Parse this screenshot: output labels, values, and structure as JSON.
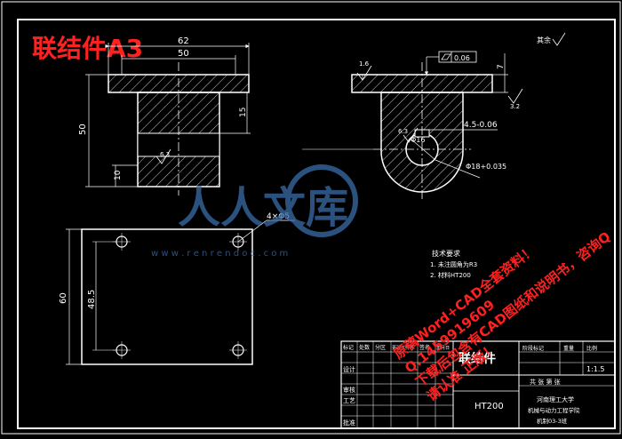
{
  "title_overlay": "联结件A3",
  "roughness_note": "其余",
  "roughness_values": {
    "tl": "1.6",
    "mid": "6.3",
    "right": "3.2",
    "far_left": "6.3"
  },
  "front_view": {
    "dim_total_width": "62",
    "dim_flange_inner": "50",
    "dim_height": "50",
    "dim_15": "15",
    "dim_10": "10"
  },
  "section_view": {
    "flatness": "0.06",
    "dim_7": "7",
    "dim_keyway": "4.5-0.06",
    "dim_bore": "Φ16",
    "dim_r": "Φ18+0.035"
  },
  "top_view": {
    "dim_holes": "4×Φ5",
    "dim_60": "60",
    "dim_48": "48.5"
  },
  "tech_req": {
    "title": "技术要求",
    "line1": "1. 未注圆角为R3",
    "line2": "2. 材料HT200"
  },
  "title_block": {
    "part_name": "联结件",
    "material": "HT200",
    "scale_label": "比例",
    "scale": "1:1.5",
    "school": "河南理工大学",
    "dept": "机械与动力工程学院",
    "class": "机制03-3班",
    "design_label": "设计",
    "check_label": "审核",
    "process_label": "工艺",
    "approve_label": "批准",
    "row_labels": [
      "标记",
      "处数",
      "分区",
      "更改文件号",
      "签名",
      "年月日"
    ],
    "weight_label": "重量",
    "sheet_label": "共 张 第 张",
    "stage_label": "阶段标记"
  },
  "watermark": {
    "site": "w w w . r e n r e n d o c . c o m",
    "logo": "人人文库",
    "red1": "下载后包含有CAD图纸和说明书，咨询Q",
    "red2": "Q.1459919609",
    "red3": "原稿Word+CAD全套资料！",
    "red4": "请认准 正版！"
  },
  "colors": {
    "bg": "#000000",
    "line": "#ffffff",
    "red": "#ff2020",
    "watermark_blue": "#3a6ea8",
    "border": "#ffffff"
  }
}
